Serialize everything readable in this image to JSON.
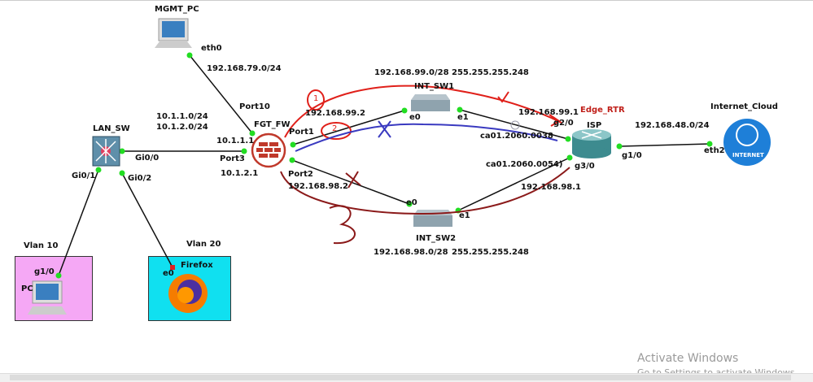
{
  "nodes": {
    "mgmt_pc": "MGMT_PC",
    "lan_sw": "LAN_SW",
    "fgt_fw": "FGT_FW",
    "int_sw1": "INT_SW1",
    "int_sw2": "INT_SW2",
    "edge_rtr": "Edge_RTR",
    "isp": "ISP",
    "internet_cloud": "Internet_Cloud",
    "internet_badge": "INTERNET",
    "pc": "PC",
    "firefox": "Firefox"
  },
  "vlans": {
    "vlan10": "Vlan 10",
    "vlan20": "Vlan 20"
  },
  "ports": {
    "eth0": "eth0",
    "port10": "Port10",
    "port1": "Port1",
    "port3": "Port3",
    "port2": "Port2",
    "gi0_0": "Gi0/0",
    "gi0_1": "Gi0/1",
    "gi0_2": "Gi0/2",
    "g1_0_pc": "g1/0",
    "e0_ff": "e0",
    "sw1_e0": "e0",
    "sw1_e1": "e1",
    "sw2_e0": "e0",
    "sw2_e1": "e1",
    "g2_0": "g2/0",
    "g3_0": "g3/0",
    "g1_0": "g1/0",
    "eth2": "eth2"
  },
  "addresses": {
    "mgmt_net": "192.168.79.0/24",
    "lan_net1": "10.1.1.0/24",
    "lan_net2": "10.1.2.0/24",
    "port3_ip1": "10.1.1.1",
    "port3_ip2": "10.1.2.1",
    "port1_ip": "192.168.99.2",
    "port2_ip": "192.168.98.2",
    "sw1_net": "192.168.99.0/28",
    "sw1_mask": "255.255.255.248",
    "sw2_net": "192.168.98.0/28",
    "sw2_mask": "255.255.255.248",
    "g2_ip": "192.168.99.1",
    "g3_ip": "192.168.98.1",
    "mac1": "ca01.2060.0038",
    "mac2": "ca01.2060.0054)",
    "wan_net": "192.168.48.0/24"
  },
  "annotations": {
    "mark1": "1",
    "mark2": "2",
    "mark3": "3"
  },
  "watermark": {
    "title": "Activate Windows",
    "subtitle": "Go to Settings to activate Windows."
  }
}
